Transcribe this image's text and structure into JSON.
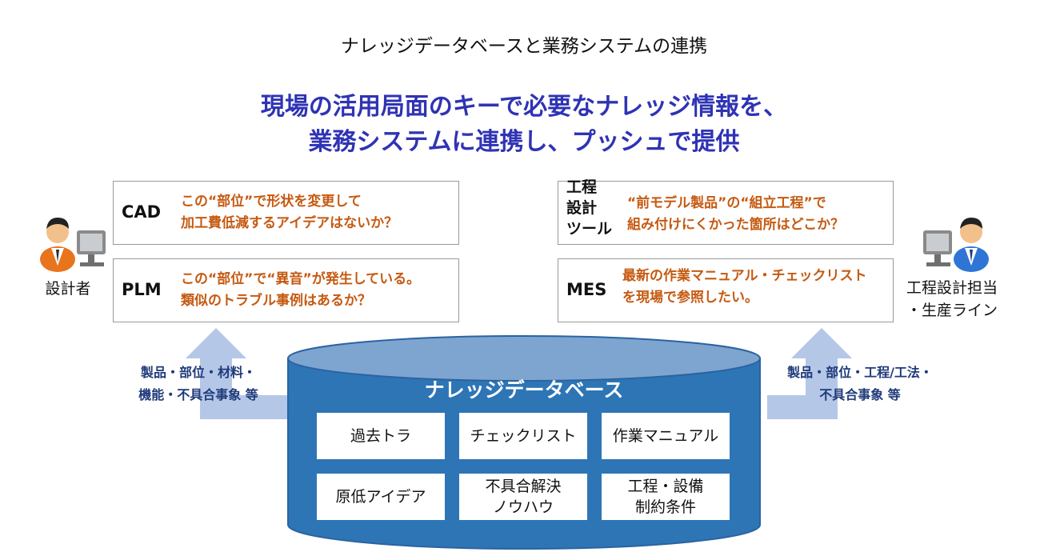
{
  "title": "ナレッジデータベースと業務システムの連携",
  "headline": {
    "line1": "現場の活用局面のキーで必要なナレッジ情報を、",
    "line2": "業務システムに連携し、プッシュで提供"
  },
  "left_person": {
    "label": "設計者",
    "icon": "designer-at-computer-icon"
  },
  "right_person": {
    "label_line1": "工程設計担当",
    "label_line2": "・生産ライン",
    "icon": "worker-at-computer-icon"
  },
  "left_boxes": [
    {
      "system": "CAD",
      "line1": "この“部位”で形状を変更して",
      "line2": "加工費低減するアイデアはないか？"
    },
    {
      "system": "PLM",
      "line1": "この“部位”で“異音”が発生している。",
      "line2": "類似のトラブル事例はあるか？"
    }
  ],
  "right_boxes": [
    {
      "system_line1": "工程",
      "system_line2": "設計",
      "system_line3": "ツール",
      "line1": "“前モデル製品”の“組立工程”で",
      "line2": "組み付けにくかった箇所はどこか？"
    },
    {
      "system": "MES",
      "line1": "最新の作業マニュアル・チェックリスト",
      "line2": "を現場で参照したい。"
    }
  ],
  "left_arrow": {
    "line1": "製品・部位・材料・",
    "line2": "機能・不具合事象 等"
  },
  "right_arrow": {
    "line1": "製品・部位・工程/工法・",
    "line2": "不具合事象 等"
  },
  "database": {
    "title": "ナレッジデータベース",
    "cells": [
      {
        "line1": "過去トラ",
        "line2": ""
      },
      {
        "line1": "チェックリスト",
        "line2": ""
      },
      {
        "line1": "作業マニュアル",
        "line2": ""
      },
      {
        "line1": "原低アイデア",
        "line2": ""
      },
      {
        "line1": "不具合解決",
        "line2": "ノウハウ"
      },
      {
        "line1": "工程・設備",
        "line2": "制約条件"
      }
    ]
  },
  "colors": {
    "headline": "#2f33b4",
    "question_text": "#c55a11",
    "arrow_label": "#1f3a7a",
    "arrow_fill": "#b4c7e7",
    "database_fill": "#2e75b6",
    "database_top": "#7ea4d0"
  }
}
